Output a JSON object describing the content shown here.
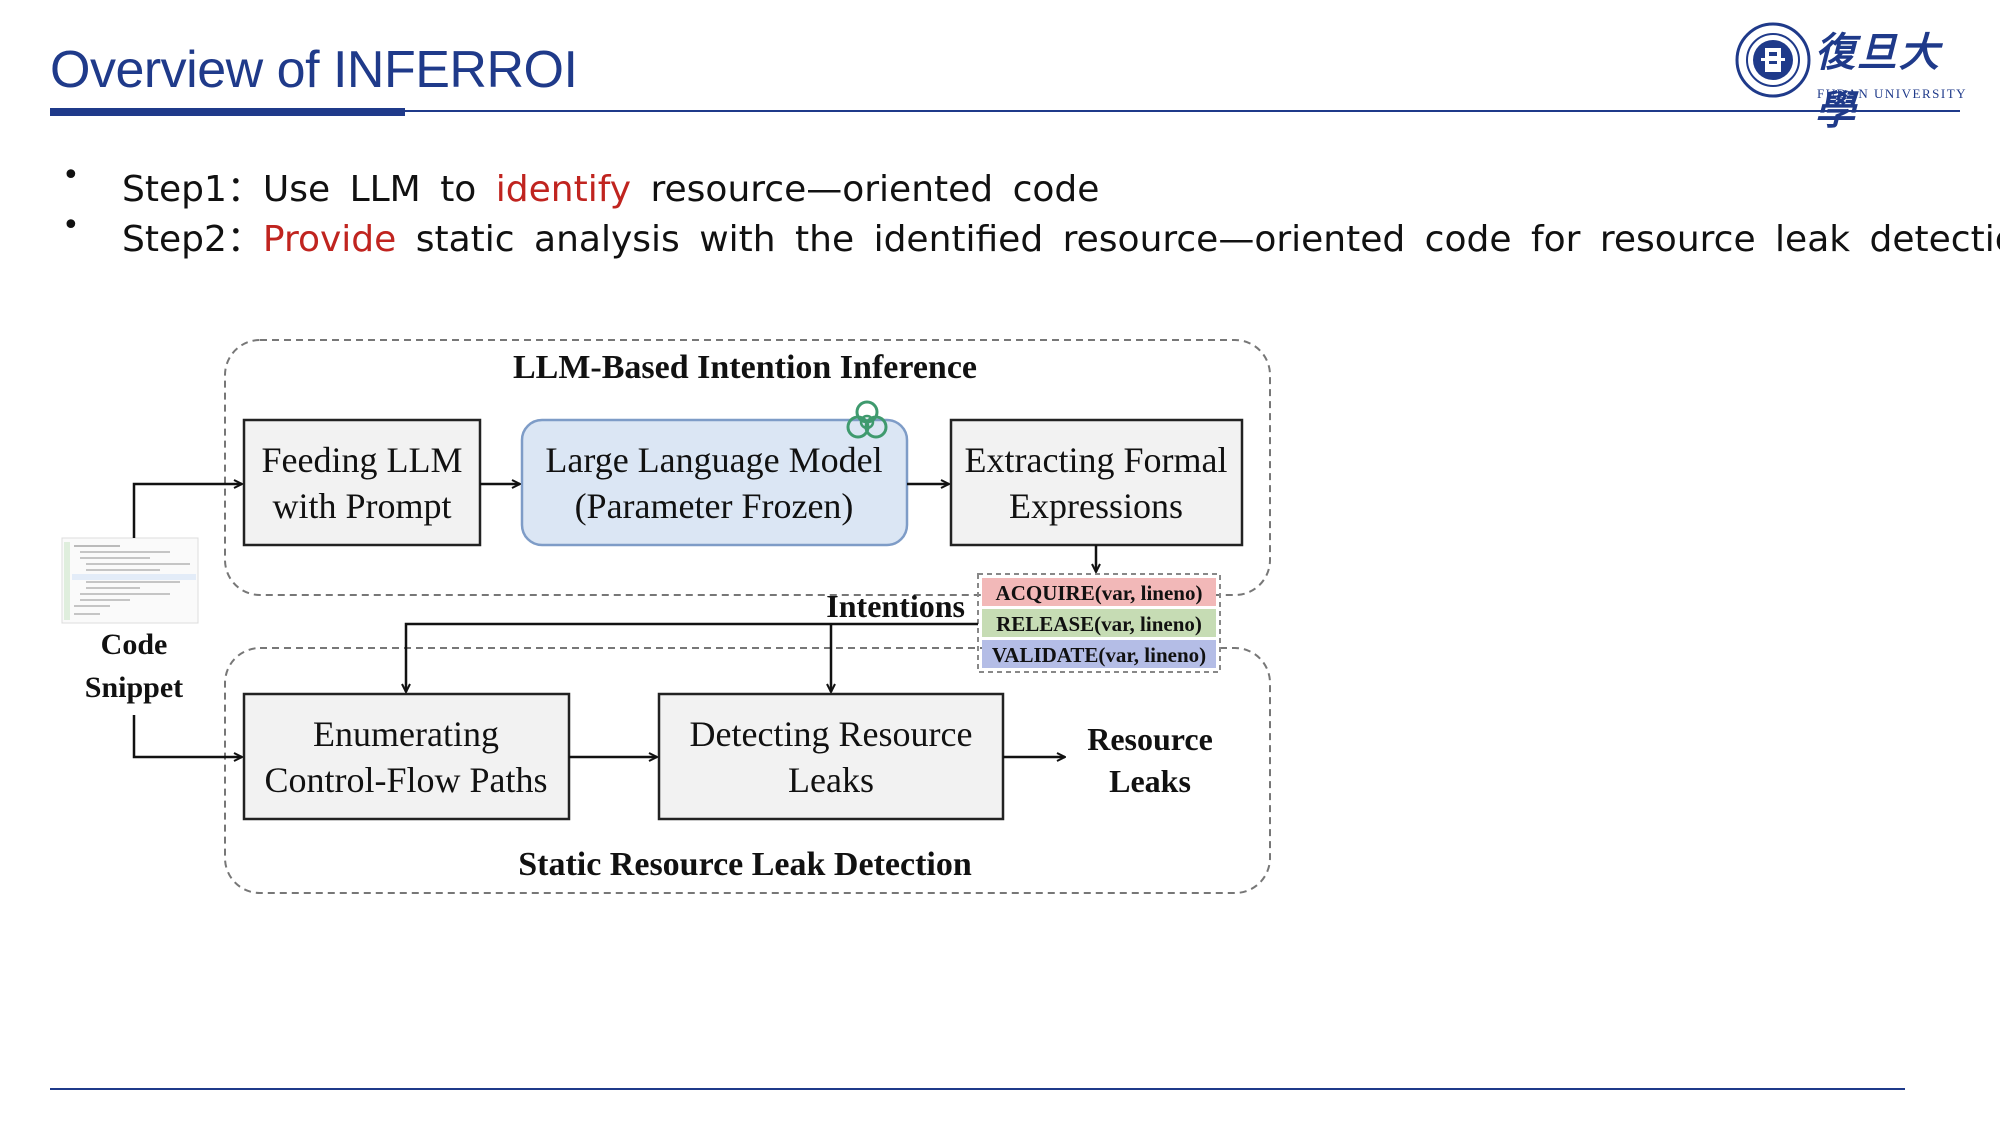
{
  "slide": {
    "title": "Overview of INFERROI",
    "logo": {
      "chinese": "復旦大學",
      "english": "FUDAN UNIVERSITY"
    }
  },
  "bullets": [
    {
      "label": "Step1：",
      "pre": "Use LLM to ",
      "highlight": "identify",
      "post": " resource—oriented code"
    },
    {
      "label": "Step2：",
      "pre": "",
      "highlight": "Provide",
      "post": " static analysis with the identified resource—oriented code for resource leak detection"
    }
  ],
  "diagram": {
    "top_group_label": "LLM-Based Intention Inference",
    "bottom_group_label": "Static Resource Leak Detection",
    "input_label_line1": "Code",
    "input_label_line2": "Snippet",
    "boxes": {
      "feeding_line1": "Feeding LLM",
      "feeding_line2": "with Prompt",
      "llm_line1": "Large Language Model",
      "llm_line2": "(Parameter Frozen)",
      "extract_line1": "Extracting Formal",
      "extract_line2": "Expressions",
      "enum_line1": "Enumerating",
      "enum_line2": "Control-Flow Paths",
      "detect_line1": "Detecting Resource",
      "detect_line2": "Leaks"
    },
    "intentions_label": "Intentions",
    "intentions": [
      {
        "text": "ACQUIRE(var, lineno)",
        "color": "#f2b8b8"
      },
      {
        "text": "RELEASE(var, lineno)",
        "color": "#c6dcb4"
      },
      {
        "text": "VALIDATE(var, lineno)",
        "color": "#b4bde6"
      }
    ],
    "output_line1": "Resource",
    "output_line2": "Leaks",
    "llm_icon": "openai-logo-icon"
  },
  "colors": {
    "accent": "#1f3a8a",
    "highlight": "#c0241f",
    "llm_fill": "#dbe6f4",
    "box_fill": "#f2f2f2"
  }
}
